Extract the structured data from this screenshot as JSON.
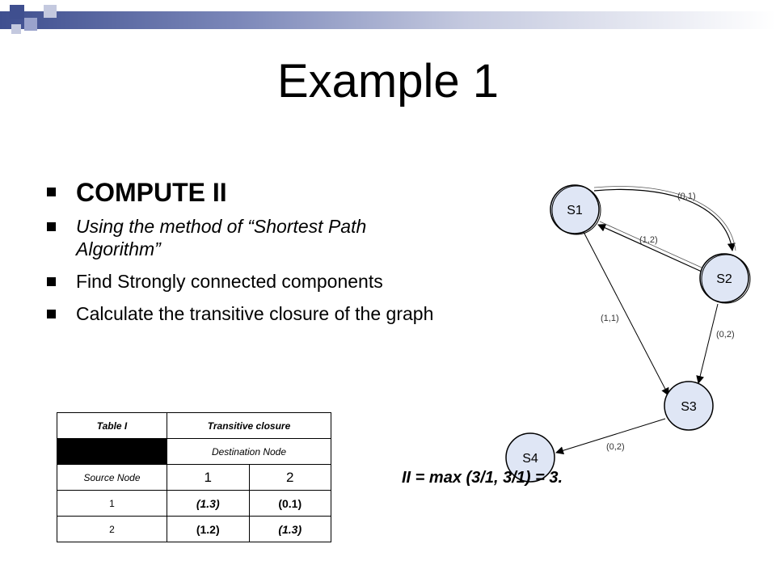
{
  "slide": {
    "title": "Example 1",
    "bullets": [
      "COMPUTE II",
      "Using the method of “Shortest Path Algorithm”",
      "Find Strongly connected components",
      "Calculate the transitive closure of the graph"
    ],
    "formula": "II = max (3/1, 3/1) = 3."
  },
  "table": {
    "corner": "Table I",
    "header": "Transitive closure",
    "dest_label": "Destination Node",
    "source_label": "Source Node",
    "col1": "1",
    "col2": "2",
    "rows": [
      {
        "src": "1",
        "c1": "(1.3)",
        "c2": "(0.1)"
      },
      {
        "src": "2",
        "c1": "(1.2)",
        "c2": "(1.3)"
      }
    ]
  },
  "graph": {
    "nodes": [
      "S1",
      "S2",
      "S3",
      "S4"
    ],
    "edges": [
      {
        "from": "S1",
        "to": "S2",
        "label": "(0,1)"
      },
      {
        "from": "S2",
        "to": "S1",
        "label": "(1,2)"
      },
      {
        "from": "S1",
        "to": "S3",
        "label": "(1,1)"
      },
      {
        "from": "S2",
        "to": "S3",
        "label": "(0,2)"
      },
      {
        "from": "S3",
        "to": "S4",
        "label": "(0,2)"
      }
    ],
    "node_fill": "#dfe6f5"
  },
  "colors": {
    "accent_dark": "#3f4f8f",
    "accent_light": "#c4c9df"
  }
}
